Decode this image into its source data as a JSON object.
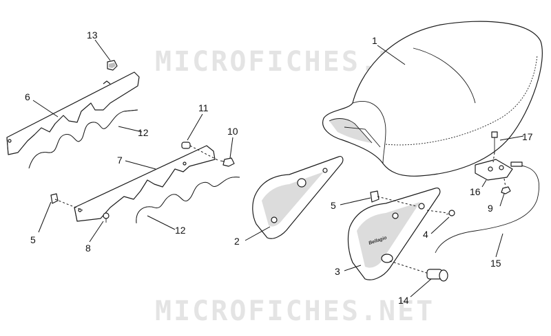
{
  "watermark": {
    "text": "MICROFICHES.NET",
    "color": "#e4e4e4"
  },
  "diagram": {
    "part_brand_label": "Bellagio",
    "callouts": [
      {
        "id": "c1",
        "label": "1"
      },
      {
        "id": "c2",
        "label": "2"
      },
      {
        "id": "c3",
        "label": "3"
      },
      {
        "id": "c4",
        "label": "4"
      },
      {
        "id": "c5a",
        "label": "5"
      },
      {
        "id": "c5b",
        "label": "5"
      },
      {
        "id": "c6",
        "label": "6"
      },
      {
        "id": "c7",
        "label": "7"
      },
      {
        "id": "c8",
        "label": "8"
      },
      {
        "id": "c9",
        "label": "9"
      },
      {
        "id": "c10",
        "label": "10"
      },
      {
        "id": "c11",
        "label": "11"
      },
      {
        "id": "c12a",
        "label": "12"
      },
      {
        "id": "c12b",
        "label": "12"
      },
      {
        "id": "c13",
        "label": "13"
      },
      {
        "id": "c14",
        "label": "14"
      },
      {
        "id": "c15",
        "label": "15"
      },
      {
        "id": "c16",
        "label": "16"
      },
      {
        "id": "c17",
        "label": "17"
      }
    ]
  }
}
